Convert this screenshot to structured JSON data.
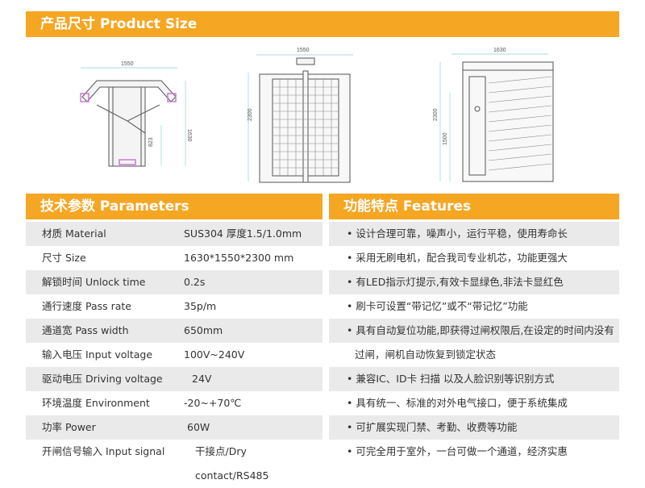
{
  "sections": {
    "product_size": "产品尺寸 Product Size",
    "parameters": "技术参数 Parameters",
    "features": "功能特点 Features"
  },
  "dimensions": {
    "top_view_width": "1550",
    "top_view_depth": "1630",
    "top_view_inner": "823",
    "front_width": "1550",
    "front_height": "2300",
    "side_width": "1630",
    "side_height": "2300",
    "side_inner": "1500"
  },
  "parameters": [
    {
      "label": "材质 Material",
      "value": "SUS304  厚度1.5/1.0mm"
    },
    {
      "label": "尺寸 Size",
      "value": "1630*1550*2300 mm"
    },
    {
      "label": "解锁时间 Unlock time",
      "value": "0.2s"
    },
    {
      "label": "通行速度 Pass rate",
      "value": "35p/m"
    },
    {
      "label": "通道宽 Pass width",
      "value": "650mm"
    },
    {
      "label": "输入电压 Input voltage",
      "value": "100V~240V"
    },
    {
      "label": "驱动电压 Driving voltage",
      "value": "24V"
    },
    {
      "label": "环境温度 Environment",
      "value": "-20~+70℃"
    },
    {
      "label": "功率 Power",
      "value": "60W"
    },
    {
      "label": "开闸信号输入 Input signal",
      "value": "干接点/Dry contact/RS485"
    }
  ],
  "features": [
    "• 设计合理可靠，噪声小，运行平稳，使用寿命长",
    "• 采用无刷电机，配合我司专业机芯，功能更强大",
    "• 有LED指示灯提示,有效卡显绿色,非法卡显红色",
    "• 刷卡可设置“带记忆”或不“带记忆”功能",
    "• 具有自动复位功能,即获得过闸权限后,在设定的时间内没有",
    "过闸，闸机自动恢复到锁定状态",
    "• 兼容IC、ID卡 扫描 以及人脸识别等识别方式",
    "• 具有统一、标准的对外电气接口，便于系统集成",
    "• 可扩展实现门禁、考勤、收费等功能",
    "• 可完全用于室外，一台可做一个通道，经济实惠"
  ]
}
